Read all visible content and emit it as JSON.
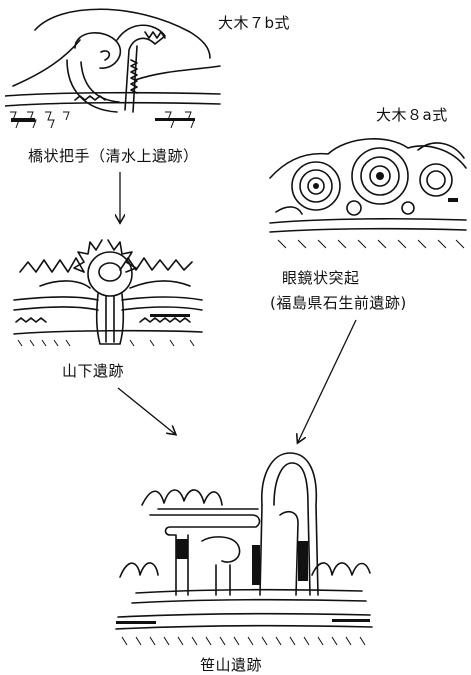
{
  "labels": {
    "type_7b": "大木７b式",
    "type_8a": "大木８a式",
    "fig1_caption": "橋状把手（清水上遺跡）",
    "fig2_caption_line1": "眼鏡状突起",
    "fig2_caption_line2": "(福島県石生前遺跡)",
    "fig3_caption": "山下遺跡",
    "fig4_caption": "笹山遺跡"
  }
}
